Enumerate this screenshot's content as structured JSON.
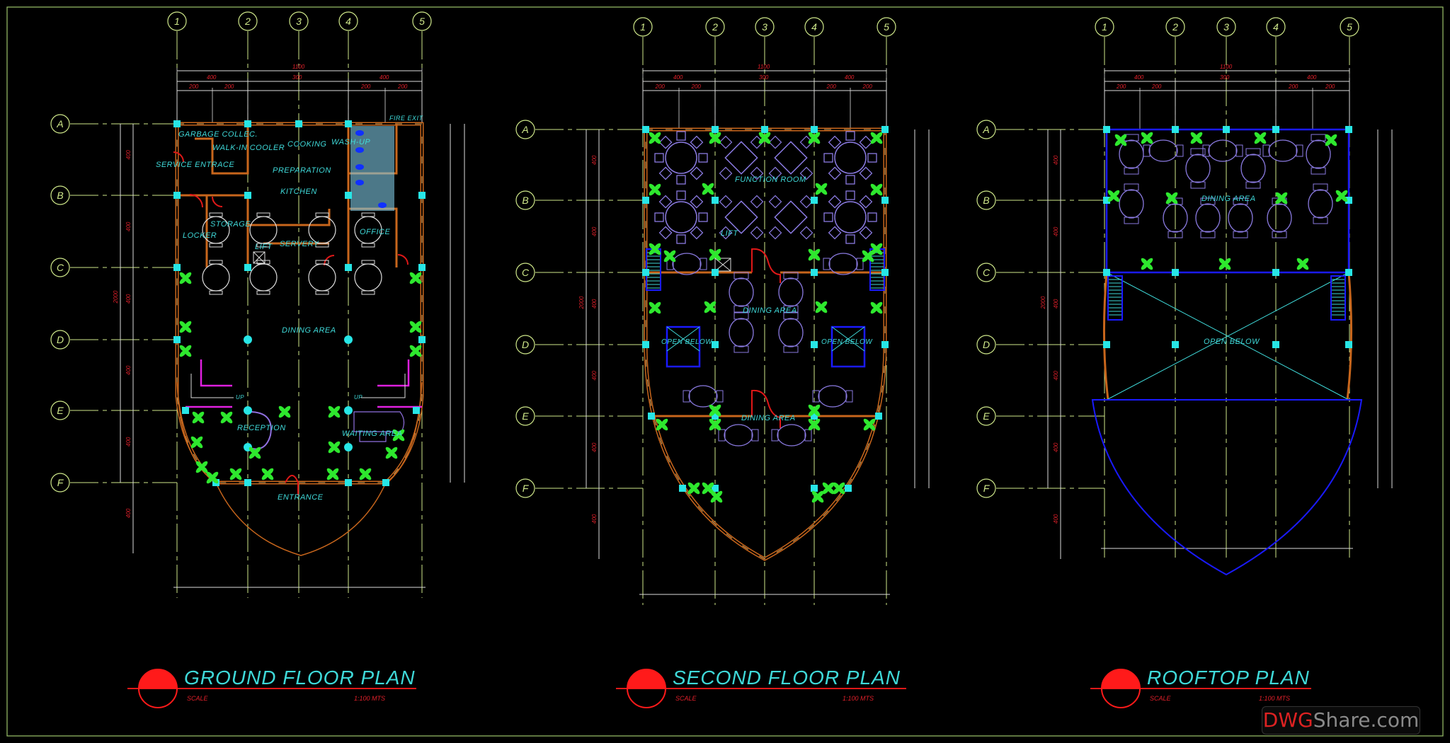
{
  "grid": {
    "columns": [
      "1",
      "2",
      "3",
      "4",
      "5"
    ],
    "rows": [
      "A",
      "B",
      "C",
      "D",
      "E",
      "F"
    ]
  },
  "dimensions": {
    "overall": "1100",
    "spans": [
      "400",
      "300",
      "400"
    ],
    "sub_spans": [
      "200",
      "200",
      "200",
      "200"
    ],
    "bay": "400",
    "total_height": "2000"
  },
  "plans": [
    {
      "title": "GROUND FLOOR PLAN",
      "scale_label": "SCALE",
      "scale_value": "1:100 MTS",
      "rooms": {
        "garbage": "GARBAGE COLLEC.",
        "walkin": "WALK-IN COOLER",
        "cooking": "COOKING",
        "washup": "WASH-UP",
        "service": "SERVICE ENTRACE",
        "preparation": "PREPARATION",
        "kitchen": "KITCHEN",
        "storage": "STORAGE",
        "locker": "LOCKER",
        "lift": "LIFT",
        "servery": "SERVERY",
        "office": "OFFICE",
        "fire_exit": "FIRE EXIT",
        "dining": "DINING AREA",
        "up_left": "UP",
        "up_right": "UP",
        "reception": "RECEPTION",
        "waiting": "WAITING AREA",
        "entrance": "ENTRANCE"
      }
    },
    {
      "title": "SECOND FLOOR PLAN",
      "scale_label": "SCALE",
      "scale_value": "1:100 MTS",
      "rooms": {
        "function": "FUNCTION ROOM",
        "lift": "LIFT",
        "dining": "DINING AREA",
        "open_left": "OPEN BELOW",
        "open_right": "OPEN BELOW",
        "dining_lower": "DINING AREA"
      }
    },
    {
      "title": "ROOFTOP PLAN",
      "scale_label": "SCALE",
      "scale_value": "1:100 MTS",
      "rooms": {
        "dining": "DINING AREA",
        "open": "OPEN BELOW"
      }
    }
  ],
  "watermark": {
    "brand_red": "DWG",
    "brand_gray": "Share.com"
  },
  "colors": {
    "background": "#000000",
    "grid_line": "#cfe88a",
    "wall": "#c8661c",
    "column": "#27e6e6",
    "text": "#3fd9d9",
    "dimension_text": "#e0202a",
    "plant": "#2ee82e",
    "furniture": "#8a7ae0",
    "door": "#e01818",
    "roof_outline": "#1a1aff"
  }
}
